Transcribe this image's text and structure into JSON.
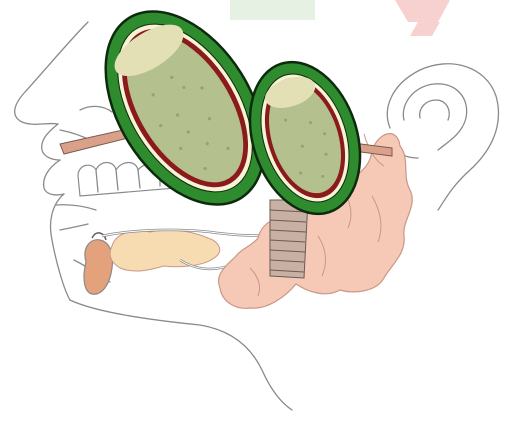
{
  "colors": {
    "background": "#ffffff",
    "watermark_green": "#e6f1e4",
    "watermark_red": "#f7d1cf",
    "outline_grey": "#8a8a8a",
    "seed_coat_green": "#2e8b2e",
    "seed_coat_outline": "#0e2a0e",
    "flesh_cream": "#f7f3d6",
    "flesh_red": "#8b1a1a",
    "kernel_green": "#b5c08f",
    "kernel_dots": "#8fa27a",
    "kernel_cap": "#e3e0b6",
    "parotid_pink": "#f6c9b6",
    "parotid_outline": "#c99787",
    "sublingual_tan": "#f6dcb0",
    "submandibular_brown": "#e3a27c",
    "duct_brown": "#c57a5e",
    "muscle_stripe_grey": "#6b5b52"
  },
  "structures": [
    "watermark",
    "face-profile-outline",
    "ear-outline",
    "upper-teeth",
    "upper-lip",
    "seed-large",
    "seed-small",
    "muscle-band",
    "parotid-gland",
    "sublingual-gland",
    "submandibular-gland",
    "lower-jaw-outline",
    "neck-outline"
  ]
}
